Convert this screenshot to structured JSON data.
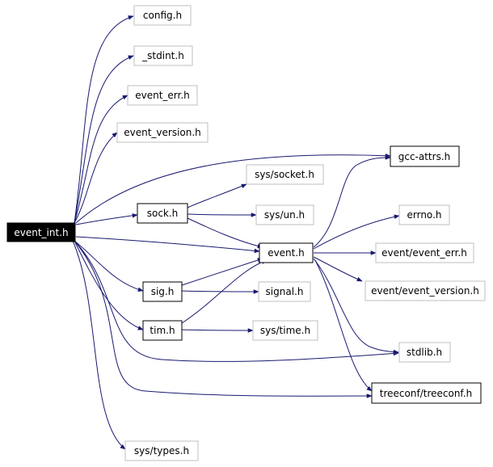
{
  "colors": {
    "edge": "#191970",
    "root_fill": "#000000",
    "root_text": "#ffffff",
    "solid_border": "#000000",
    "grey_border": "#bfbfbf",
    "text": "#000000"
  },
  "nodes": {
    "event_int_h": "event_int.h",
    "config_h": "config.h",
    "stdint_h": "_stdint.h",
    "event_err_h": "event_err.h",
    "event_version_h": "event_version.h",
    "gcc_attrs_h": "gcc-attrs.h",
    "sys_socket_h": "sys/socket.h",
    "sock_h": "sock.h",
    "sys_un_h": "sys/un.h",
    "errno_h": "errno.h",
    "event_h": "event.h",
    "event_event_err_h": "event/event_err.h",
    "event_event_version_h": "event/event_version.h",
    "sig_h": "sig.h",
    "signal_h": "signal.h",
    "tim_h": "tim.h",
    "sys_time_h": "sys/time.h",
    "stdlib_h": "stdlib.h",
    "treeconf_h": "treeconf/treeconf.h",
    "sys_types_h": "sys/types.h"
  }
}
